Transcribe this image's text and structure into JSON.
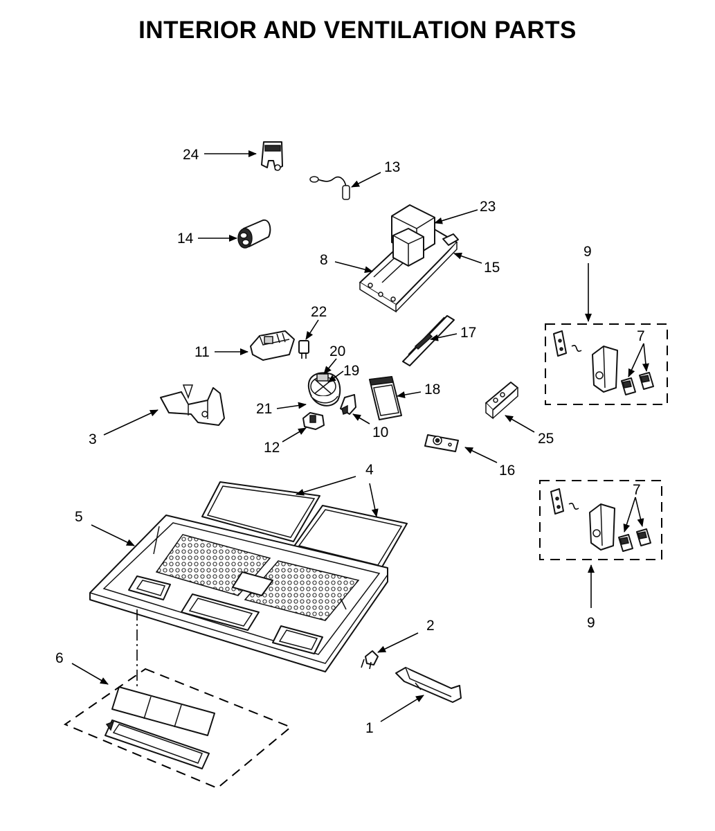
{
  "title": "INTERIOR AND VENTILATION PARTS",
  "callouts": {
    "p1": "1",
    "p2": "2",
    "p3": "3",
    "p4": "4",
    "p5": "5",
    "p6": "6",
    "p7a": "7",
    "p7b": "7",
    "p8": "8",
    "p9a": "9",
    "p9b": "9",
    "p10": "10",
    "p11": "11",
    "p12": "12",
    "p13": "13",
    "p14": "14",
    "p15": "15",
    "p16": "16",
    "p17": "17",
    "p18": "18",
    "p19": "19",
    "p20": "20",
    "p21": "21",
    "p22": "22",
    "p23": "23",
    "p24": "24",
    "p25": "25"
  }
}
